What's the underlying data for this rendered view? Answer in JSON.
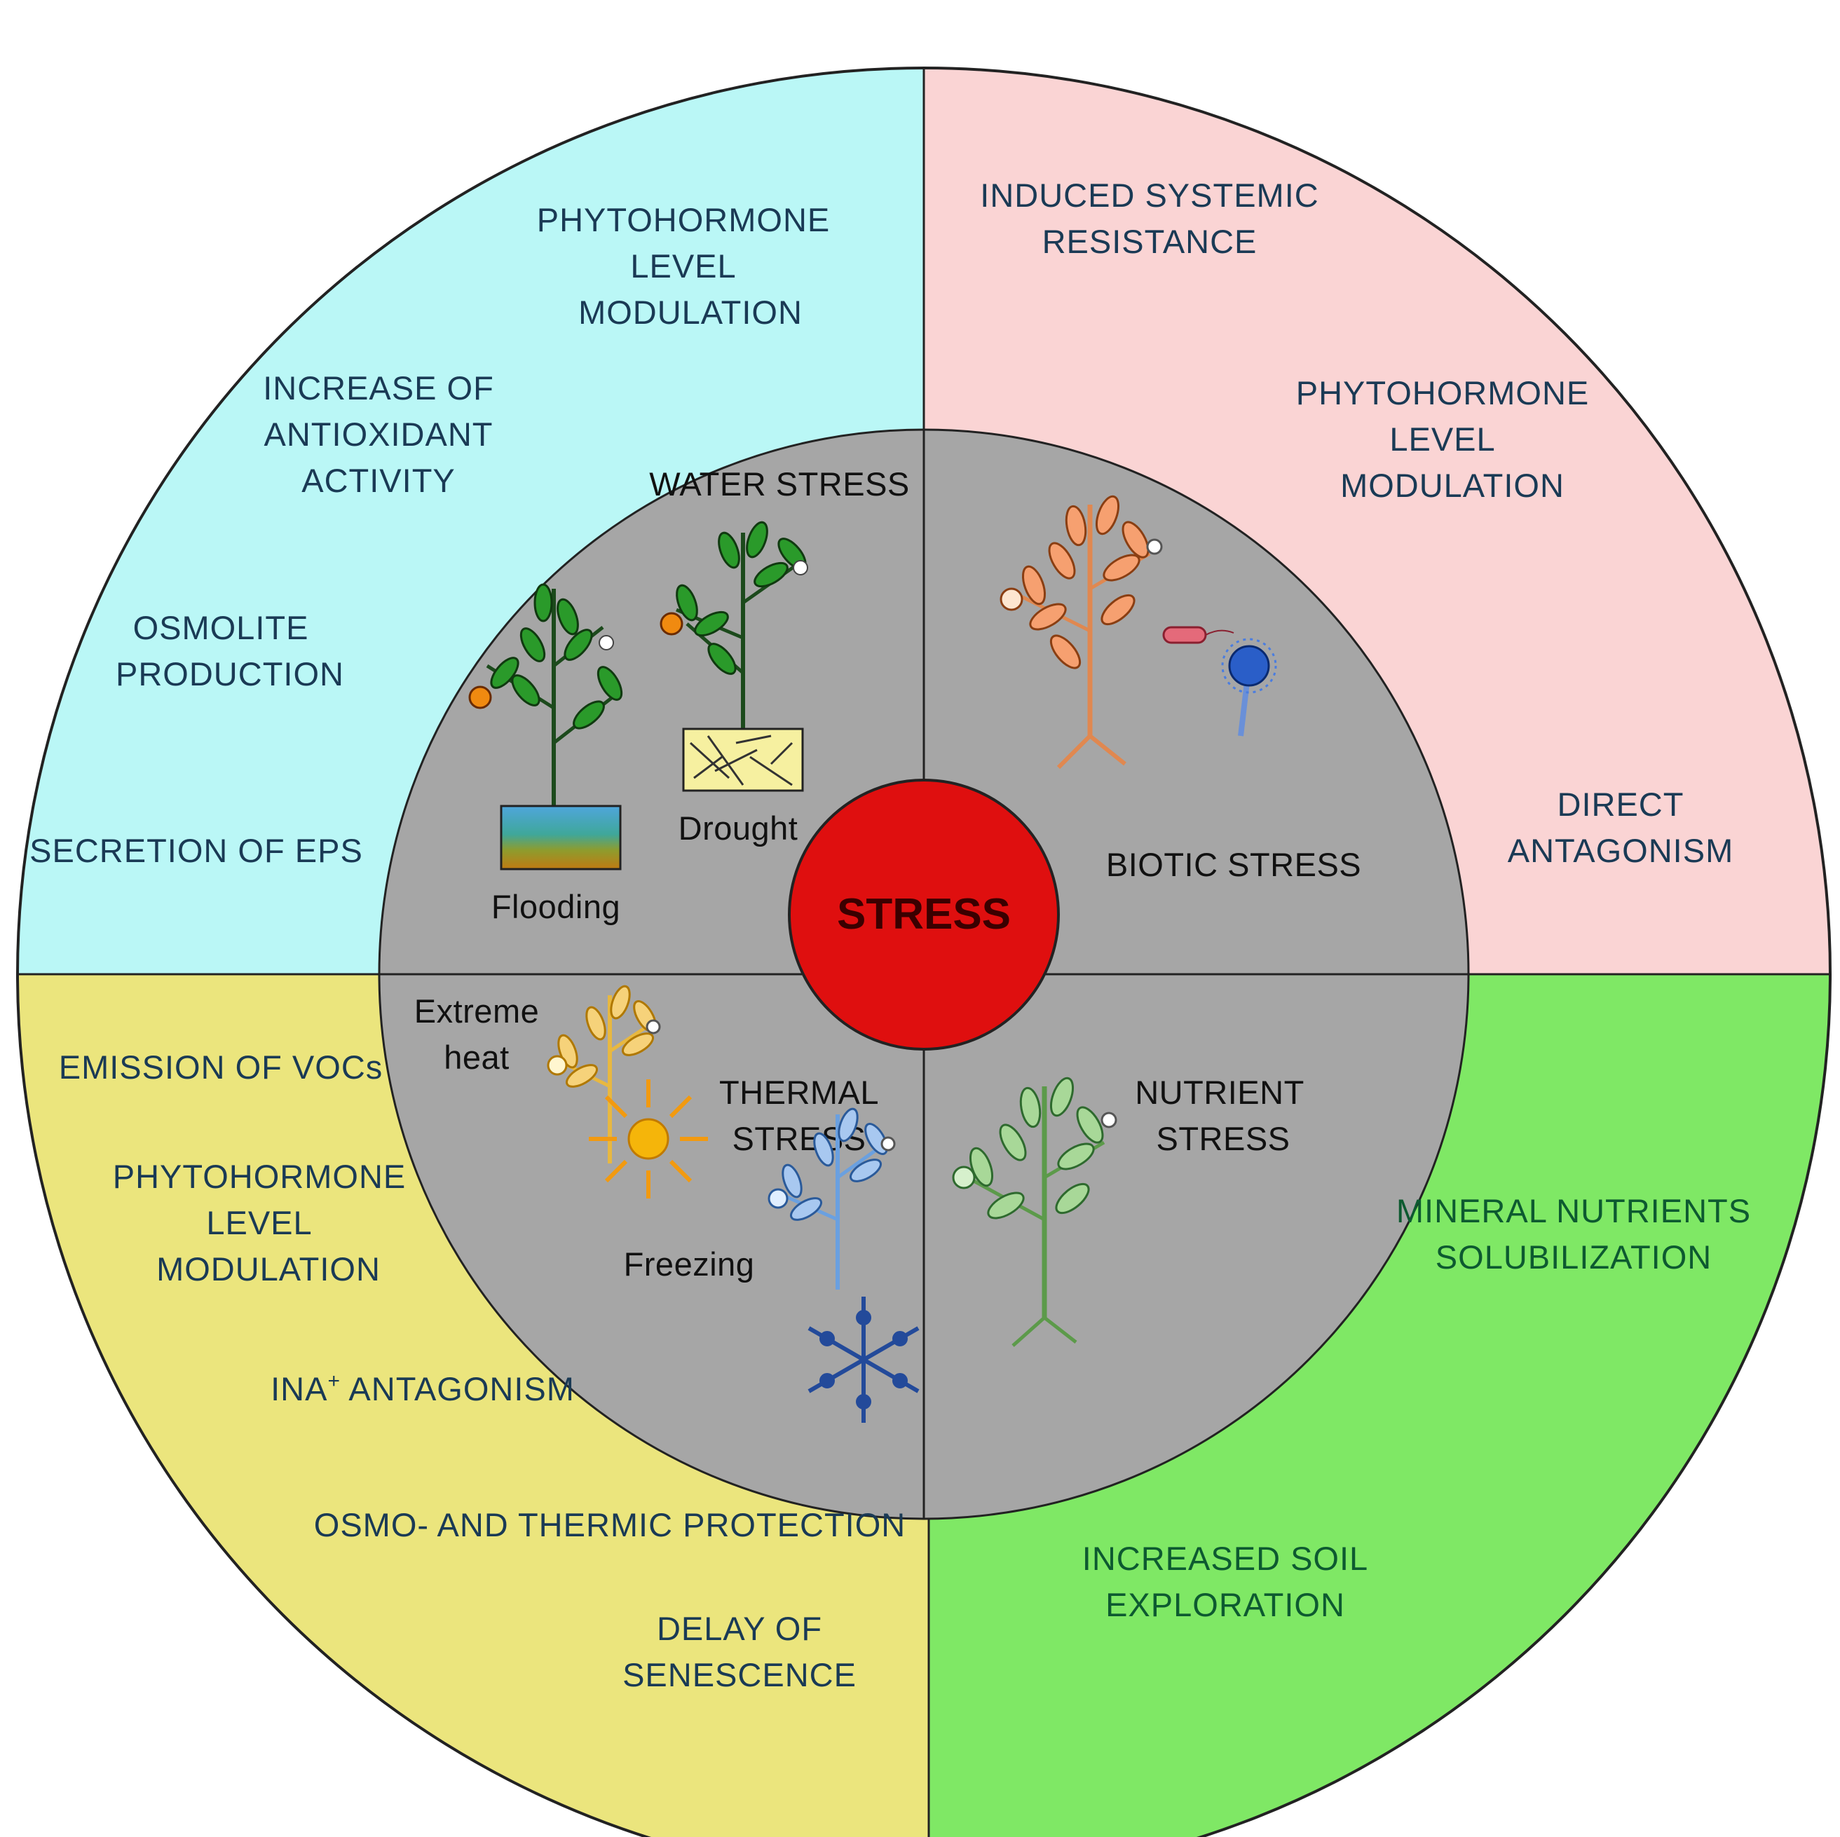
{
  "center": {
    "label": "STRESS"
  },
  "colors": {
    "water_quadrant": "#baf7f6",
    "biotic_quadrant": "#fad4d4",
    "thermal_quadrant": "#ebe57d",
    "nutrient_quadrant": "#7fe865",
    "inner_circle": "#a6a6a6",
    "center_circle": "#df0f0f",
    "outer_text": "#1a3a55",
    "green_text": "#0d5a30"
  },
  "quadrants": {
    "water": {
      "title": "WATER STRESS",
      "conditions": [
        "Flooding",
        "Drought"
      ],
      "responses": {
        "phytohormone": [
          "PHYTOHORMONE",
          "LEVEL",
          "MODULATION"
        ],
        "antioxidant": [
          "INCREASE OF",
          "ANTIOXIDANT",
          "ACTIVITY"
        ],
        "osmolite": [
          "OSMOLITE",
          "PRODUCTION"
        ],
        "eps": [
          "SECRETION OF EPS"
        ]
      }
    },
    "biotic": {
      "title": "BIOTIC STRESS",
      "responses": {
        "isr": [
          "INDUCED SYSTEMIC",
          "RESISTANCE"
        ],
        "phytohormone": [
          "PHYTOHORMONE",
          "LEVEL",
          "MODULATION"
        ],
        "antagonism": [
          "DIRECT",
          "ANTAGONISM"
        ]
      }
    },
    "thermal": {
      "title": [
        "THERMAL",
        "STRESS"
      ],
      "conditions": {
        "heat": [
          "Extreme",
          "heat"
        ],
        "cold": "Freezing"
      },
      "responses": {
        "vocs": [
          "EMISSION OF VOCs"
        ],
        "phytohormone": [
          "PHYTOHORMONE",
          "LEVEL",
          "MODULATION"
        ],
        "ina": [
          "INA",
          "+",
          " ANTAGONISM"
        ],
        "osmo": [
          "OSMO- AND THERMIC PROTECTION"
        ],
        "senescence": [
          "DELAY OF",
          "SENESCENCE"
        ]
      }
    },
    "nutrient": {
      "title": [
        "NUTRIENT",
        "STRESS"
      ],
      "responses": {
        "mineral": [
          "MINERAL NUTRIENTS",
          "SOLUBILIZATION"
        ],
        "soil": [
          "INCREASED SOIL",
          "EXPLORATION"
        ]
      }
    }
  },
  "icons": [
    "plant-flooding-icon",
    "flooding-soil-icon",
    "plant-drought-icon",
    "drought-soil-icon",
    "plant-biotic-icon",
    "bacterium-icon",
    "fungus-icon",
    "plant-heat-icon",
    "sun-icon",
    "plant-freezing-icon",
    "snowflake-icon",
    "plant-nutrient-icon"
  ]
}
